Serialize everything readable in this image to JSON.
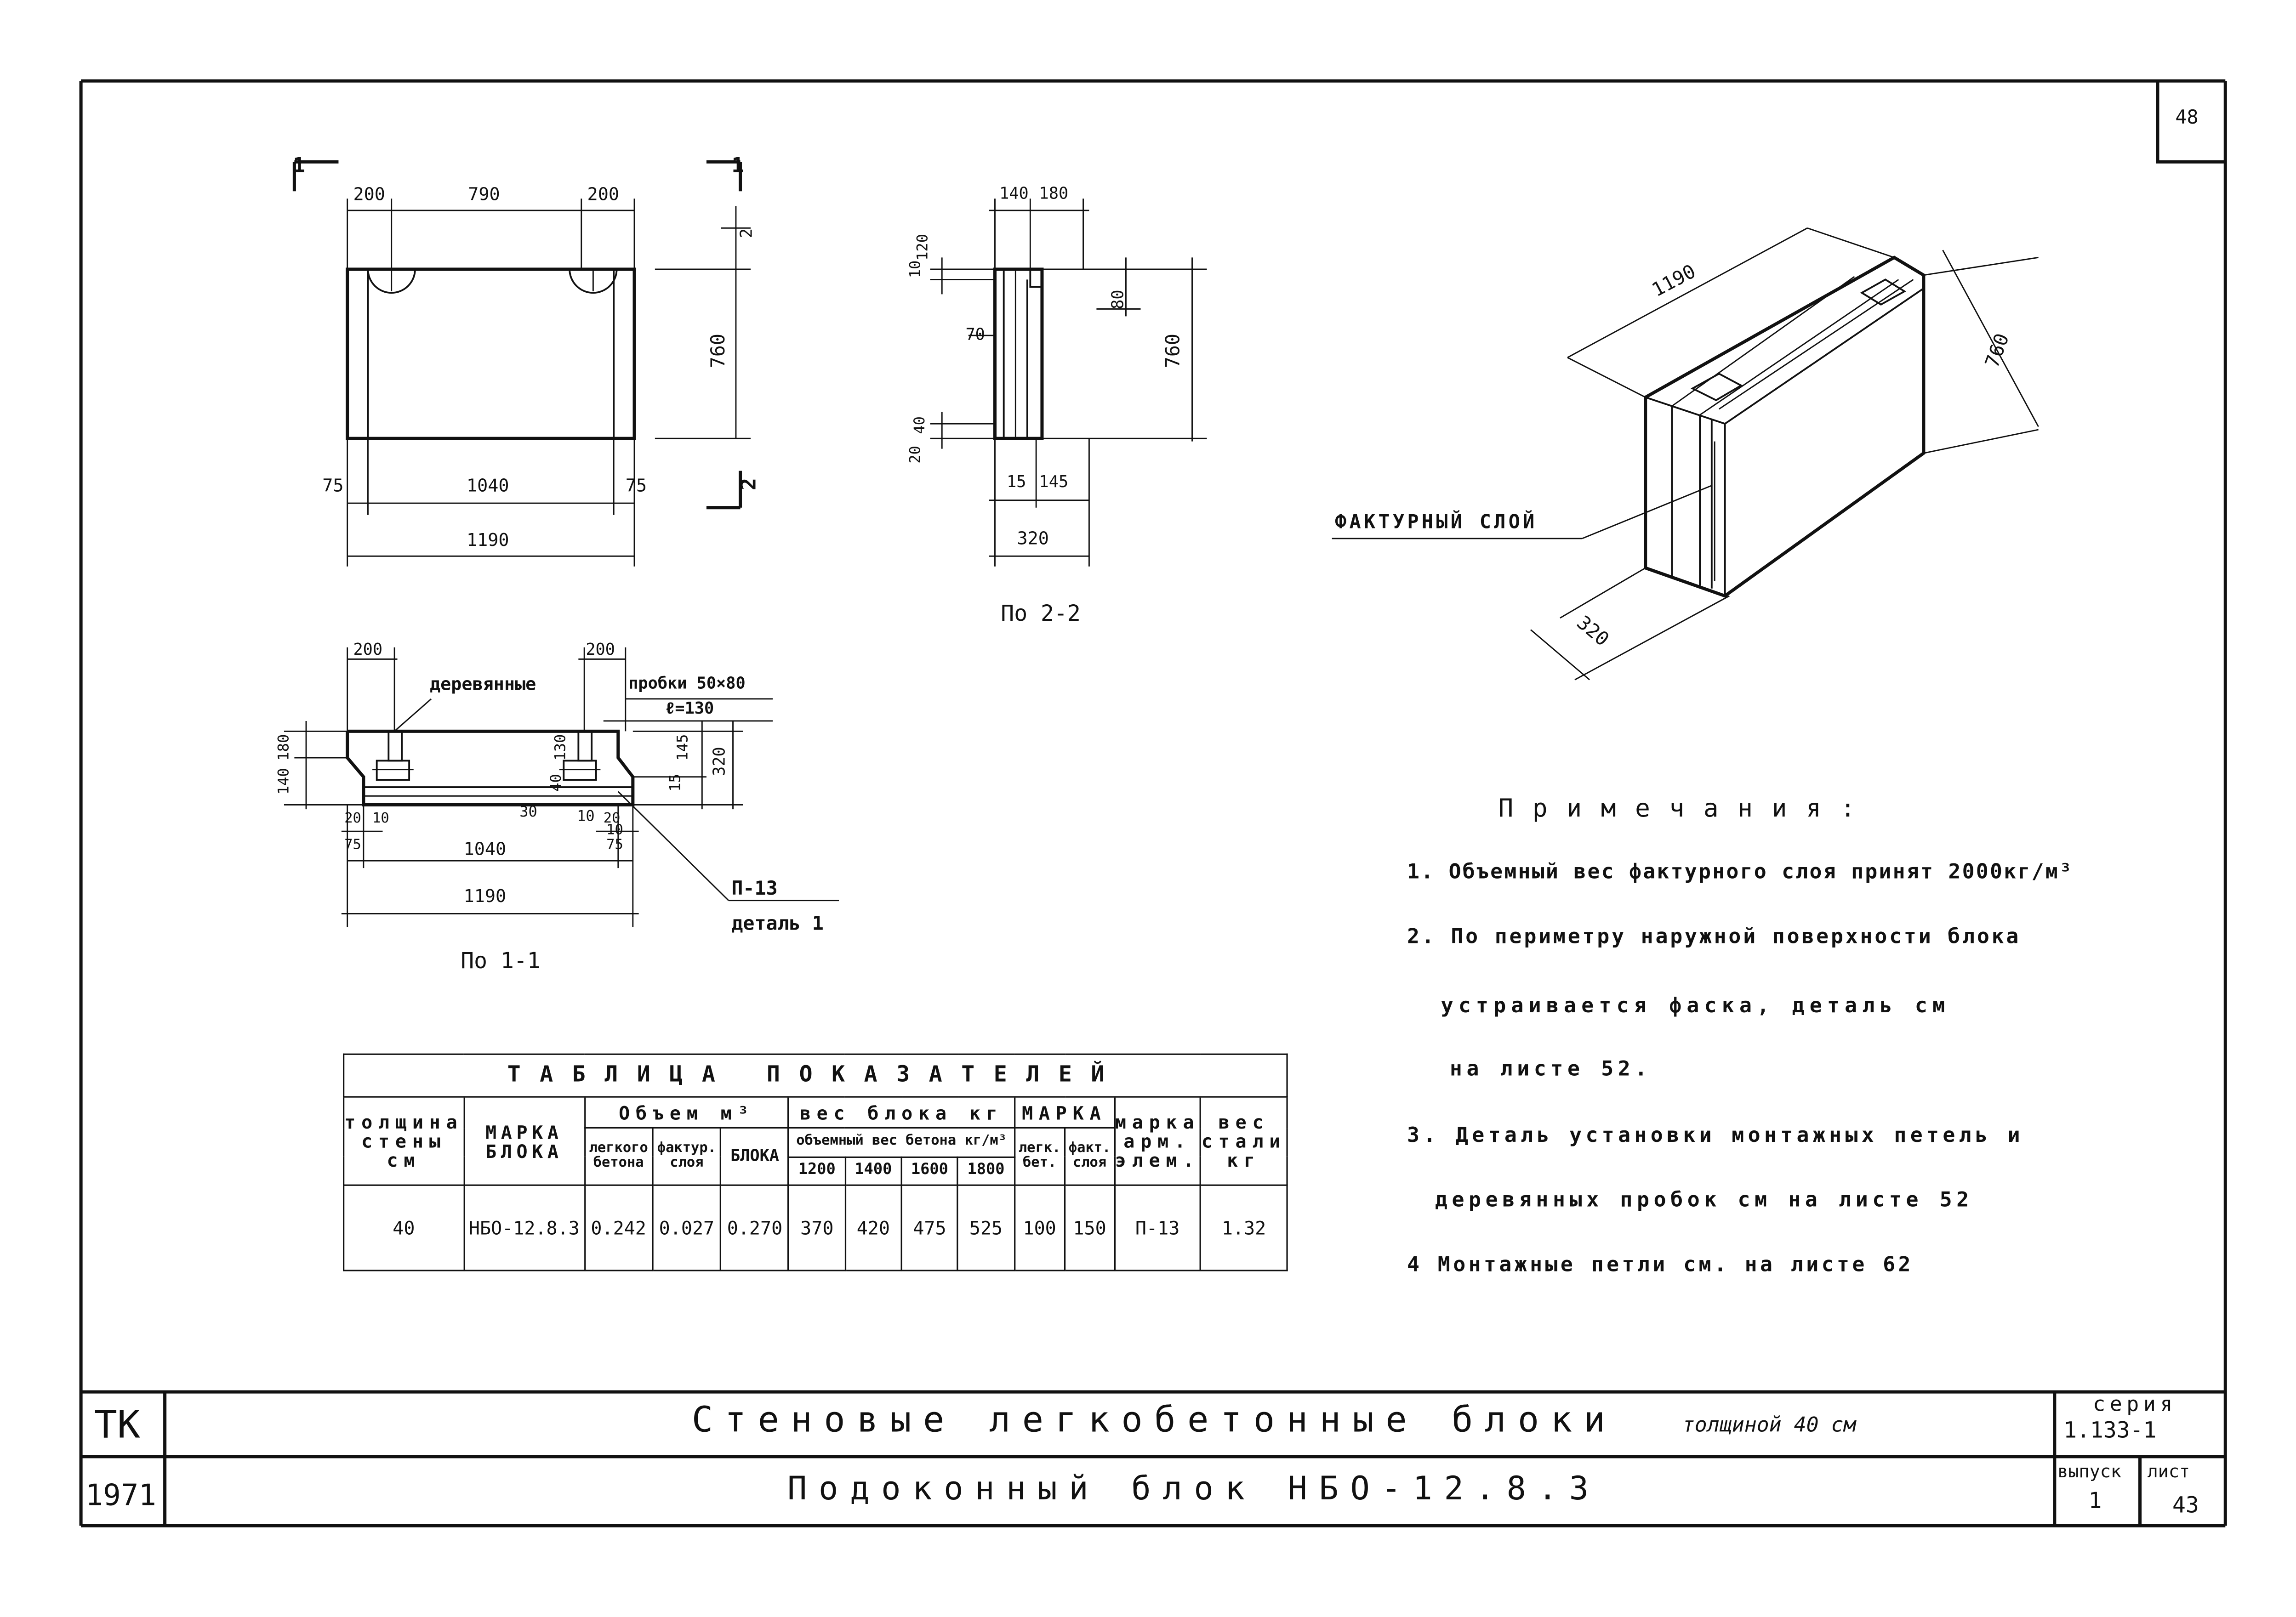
{
  "sheet_number": "48",
  "front_view": {
    "section_mark_left": "1",
    "section_mark_right": "1",
    "section_mark_bottom": "2",
    "section_mark_top": "2",
    "dim_top": [
      "200",
      "790",
      "200"
    ],
    "dim_height": "760",
    "dim_loop": "2",
    "dim_bottom": [
      "75",
      "1040",
      "75"
    ],
    "dim_total": "1190"
  },
  "side_view": {
    "dim_top": [
      "140",
      "180"
    ],
    "dim_left_top": [
      "10",
      "120"
    ],
    "dim_left_mid": "70",
    "dim_left_bot": [
      "20",
      "40"
    ],
    "dim_right_top": "80",
    "dim_height": "760",
    "dim_bottom": [
      "15",
      "145"
    ],
    "dim_total": "320",
    "caption": "По 2-2"
  },
  "plan_view": {
    "dim_top": [
      "200",
      "200"
    ],
    "label_wood": "деревянные",
    "label_plugs": "пробки 50×80",
    "label_len": "ℓ=130",
    "dim_left": [
      "140",
      "180"
    ],
    "dim_inner": [
      "130",
      "40",
      "30",
      "10"
    ],
    "dim_right": [
      "15",
      "145",
      "320"
    ],
    "dim_bottom_small": [
      "20",
      "10",
      "75",
      "10",
      "20",
      "75"
    ],
    "dim_bottom": "1040",
    "dim_total": "1190",
    "callout_part": "П-13",
    "callout_detail": "деталь 1",
    "caption": "По 1-1"
  },
  "iso_view": {
    "dim_length": "1190",
    "dim_height": "760",
    "dim_width": "320",
    "label_layer": "ФАКТУРНЫЙ СЛОЙ"
  },
  "notes": {
    "title": "Примечания:",
    "items": [
      "1. Объемный вес фактурного слоя принят 2000кг/м³",
      "2. По периметру наружной поверхности блока",
      "устраивается фаска, деталь см",
      "на листе 52.",
      "3. Деталь установки монтажных петель и",
      "деревянных пробок см на листе 52",
      "4 Монтажные петли см. на листе 62"
    ]
  },
  "indicators_table": {
    "title": "ТАБЛИЦА ПОКАЗАТЕЛЕЙ",
    "col_wall": "толщина стены см",
    "col_mark": "МАРКА БЛОКА",
    "col_volume": "Объем м³",
    "col_vol_light": "легкого бетона",
    "col_vol_fact": "фактур. слоя",
    "col_vol_block": "БЛОКА",
    "col_weight": "вес блока кг",
    "col_weight_sub": "объемный вес бетона кг/м³",
    "density_values": [
      "1200",
      "1400",
      "1600",
      "1800"
    ],
    "col_grade": "МАРКА",
    "col_grade_light": "легк. бет.",
    "col_grade_fact": "факт. слоя",
    "col_rebar_mark": "марка арм. элем.",
    "col_steel": "вес стали кг",
    "row": [
      "40",
      "НБО-12.8.3",
      "0.242",
      "0.027",
      "0.270",
      "370",
      "420",
      "475",
      "525",
      "100",
      "150",
      "П-13",
      "1.32"
    ]
  },
  "title_block": {
    "org": "ТК",
    "year": "1971",
    "title": "Стеновые легкобетонные блоки",
    "title_suffix": "толщиной 40 см",
    "subtitle": "Подоконный блок НБО-12.8.3",
    "series_label": "серия",
    "series_value": "1.133-1",
    "issue_label": "выпуск",
    "issue_value": "1",
    "sheet_label": "лист",
    "sheet_value": "43"
  }
}
